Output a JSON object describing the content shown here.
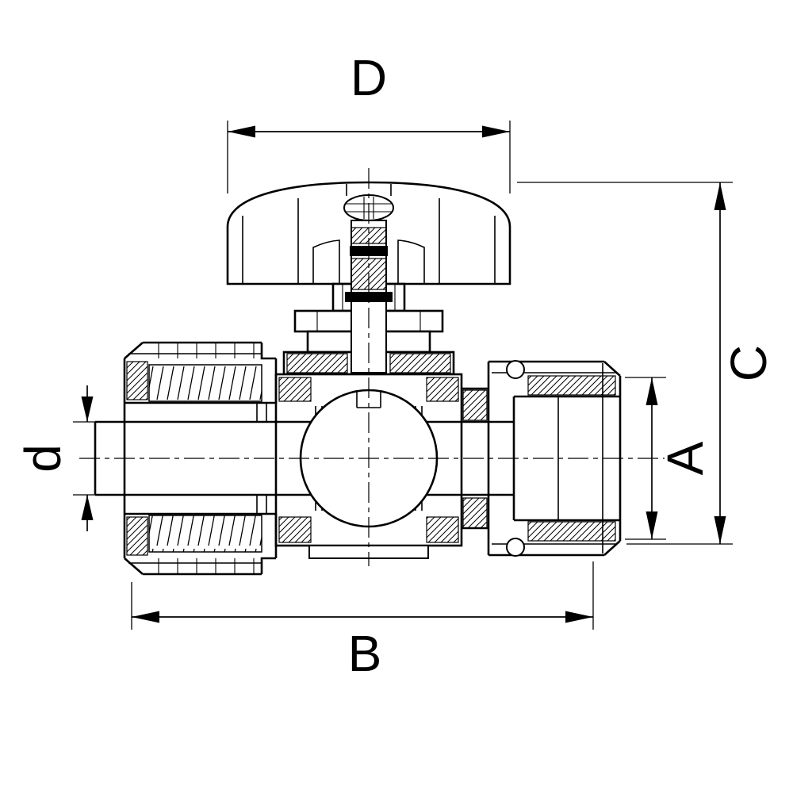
{
  "colors": {
    "background": "#ffffff",
    "line": "#000000"
  },
  "dimensions": {
    "D": {
      "label": "D"
    },
    "C": {
      "label": "C"
    },
    "A": {
      "label": "A"
    },
    "B": {
      "label": "B"
    },
    "d": {
      "label": "d"
    }
  }
}
